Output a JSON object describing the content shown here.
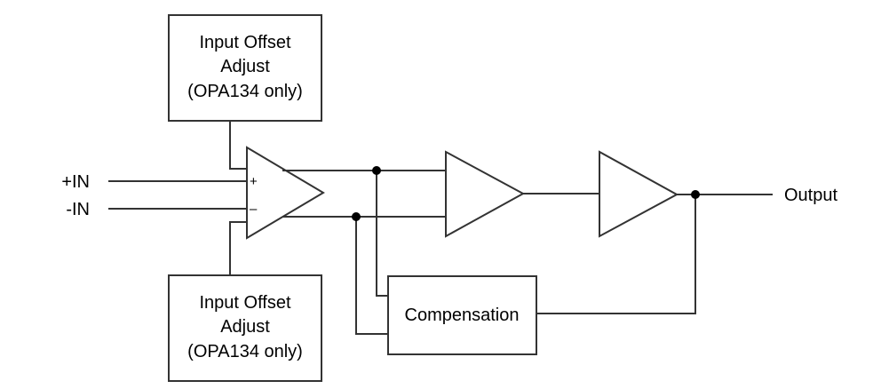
{
  "diagram": {
    "inputs": {
      "plus": "+IN",
      "minus": "-IN"
    },
    "output": "Output",
    "offset_box_top": [
      "Input Offset",
      "Adjust",
      "(OPA134 only)"
    ],
    "offset_box_bottom": [
      "Input Offset",
      "Adjust",
      "(OPA134 only)"
    ],
    "compensation": "Compensation",
    "amp_signs": {
      "plus": "+",
      "minus": "–"
    }
  },
  "colors": {
    "line": "#333333",
    "text": "#000000",
    "background": "#ffffff"
  }
}
